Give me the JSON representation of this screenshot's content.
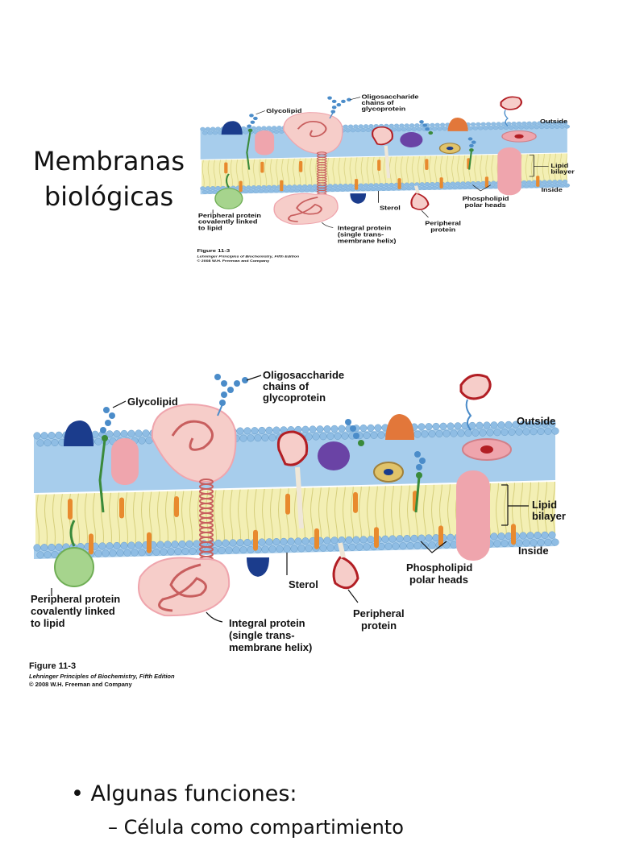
{
  "slide": {
    "title_line1": "Membranas",
    "title_line2": "biológicas"
  },
  "figure": {
    "labels": {
      "glycolipid": "Glycolipid",
      "oligo_1": "Oligosaccharide",
      "oligo_2": "chains of",
      "oligo_3": "glycoprotein",
      "outside": "Outside",
      "lipid_1": "Lipid",
      "lipid_2": "bilayer",
      "inside": "Inside",
      "phospholipid_1": "Phospholipid",
      "phospholipid_2": "polar heads",
      "sterol": "Sterol",
      "peripheral_1": "Peripheral",
      "peripheral_2": "protein",
      "periph_cov_1": "Peripheral protein",
      "periph_cov_2": "covalently linked",
      "periph_cov_3": "to lipid",
      "integral_1": "Integral protein",
      "integral_2": "(single trans-",
      "integral_3": "membrane helix)"
    },
    "caption": {
      "number": "Figure 11-3",
      "book": "Lehninger Principles of Biochemistry, Fifth Edition",
      "copyright": "© 2008 W.H. Freeman and Company"
    },
    "colors": {
      "head": "#8fbde4",
      "tail": "#f3efb4",
      "sterol": "#e88a2e",
      "protein_pink": "#efa5ad",
      "protein_pink_light": "#f6cdc9",
      "helix_red": "#c85e5e",
      "green_protein": "#a6d48d",
      "navy": "#1b3c8c",
      "purple": "#6a43a5",
      "orange": "#e2773a",
      "sugar": "#4b8cc9",
      "dark_red": "#b21e24"
    }
  },
  "bullets": {
    "main": "Algunas funciones:",
    "sub": "Célula como compartimiento"
  }
}
